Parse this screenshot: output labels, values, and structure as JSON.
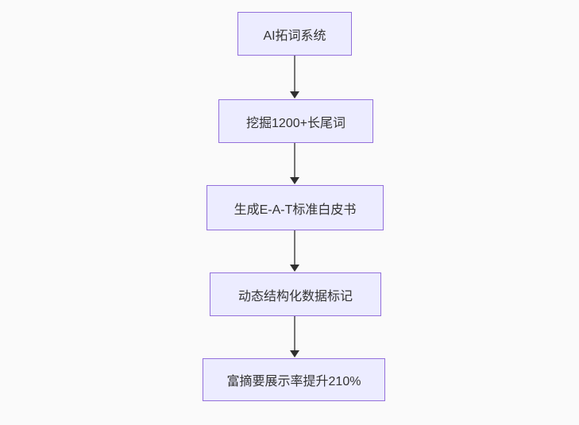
{
  "diagram": {
    "type": "flowchart",
    "direction": "top-down",
    "nodes": [
      {
        "id": "A",
        "label": "AI拓词系统"
      },
      {
        "id": "B",
        "label": "挖掘1200+长尾词"
      },
      {
        "id": "C",
        "label": "生成E-A-T标准白皮书"
      },
      {
        "id": "D",
        "label": "动态结构化数据标记"
      },
      {
        "id": "E",
        "label": "富摘要展示率提升210%"
      }
    ],
    "edges": [
      {
        "from": "A",
        "to": "B",
        "style": "arrow"
      },
      {
        "from": "B",
        "to": "C",
        "style": "arrow"
      },
      {
        "from": "C",
        "to": "D",
        "style": "arrow"
      },
      {
        "from": "D",
        "to": "E",
        "style": "arrow"
      }
    ],
    "colors": {
      "node_fill": "#ECECFF",
      "node_border": "#9370DB",
      "node_text": "#333333",
      "edge_line": "#757575",
      "arrowhead": "#2f2f2f",
      "background": "#fafafa"
    }
  }
}
